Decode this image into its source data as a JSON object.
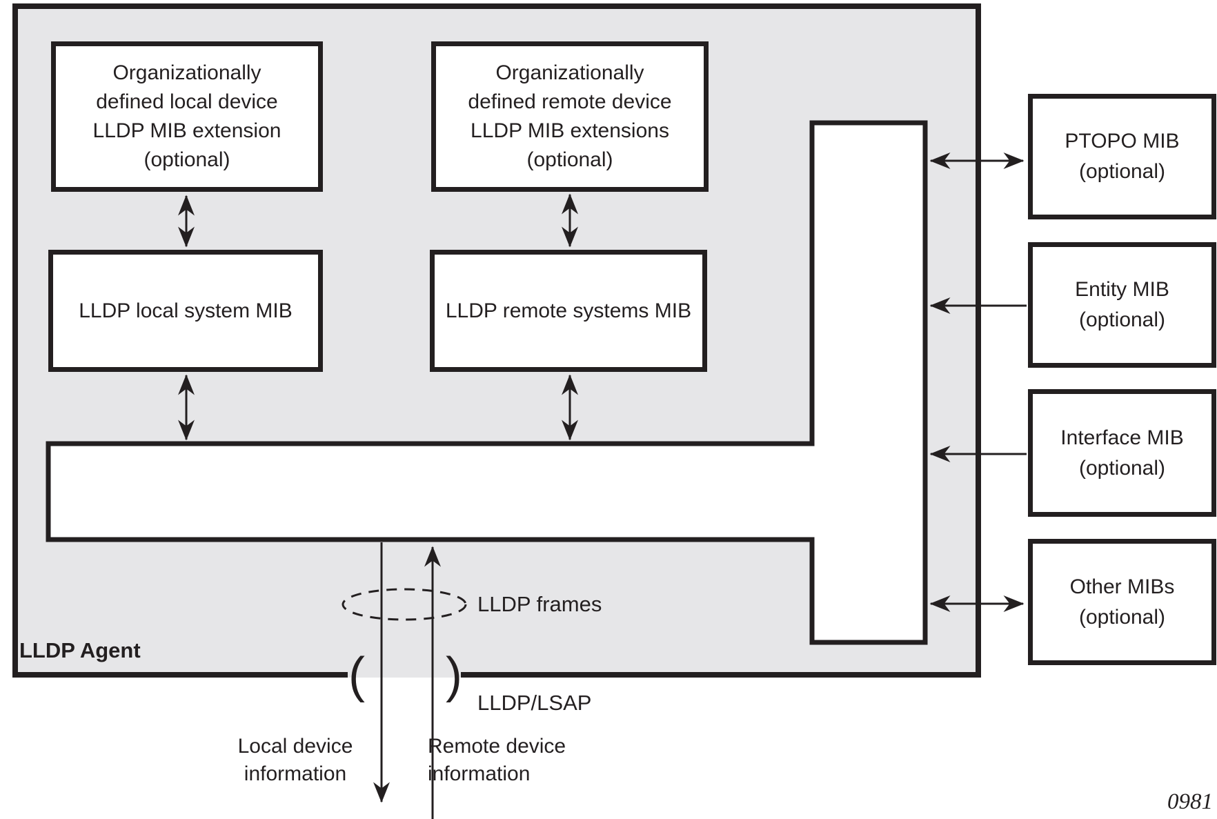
{
  "figure": {
    "agent": {
      "label": "LLDP Agent"
    },
    "inner_boxes": {
      "org_local": {
        "lines": [
          "Organizationally",
          "defined local device",
          "LLDP MIB extension",
          "(optional)"
        ]
      },
      "org_remote": {
        "lines": [
          "Organizationally",
          "defined remote device",
          "LLDP MIB extensions",
          "(optional)"
        ]
      },
      "local_system": {
        "label": "LLDP local system MIB"
      },
      "remote_systems": {
        "label": "LLDP remote systems MIB"
      }
    },
    "external_boxes": {
      "ptopo": {
        "lines": [
          "PTOPO MIB",
          "(optional)"
        ]
      },
      "entity": {
        "lines": [
          "Entity MIB",
          "(optional)"
        ]
      },
      "interface": {
        "lines": [
          "Interface MIB",
          "(optional)"
        ]
      },
      "other": {
        "lines": [
          "Other MIBs",
          "(optional)"
        ]
      }
    },
    "annotations": {
      "lldp_frames": "LLDP frames",
      "lldp_lsap": "LLDP/LSAP",
      "local_info": {
        "lines": [
          "Local device",
          "information"
        ]
      },
      "remote_info": {
        "lines": [
          "Remote device",
          "information"
        ]
      },
      "figure_number": "0981",
      "break_open": "(",
      "break_close": ")"
    },
    "colors": {
      "canvas": "#ffffff",
      "agent_fill": "#e6e6e8",
      "line": "#231f20",
      "box_fill": "#ffffff"
    }
  }
}
